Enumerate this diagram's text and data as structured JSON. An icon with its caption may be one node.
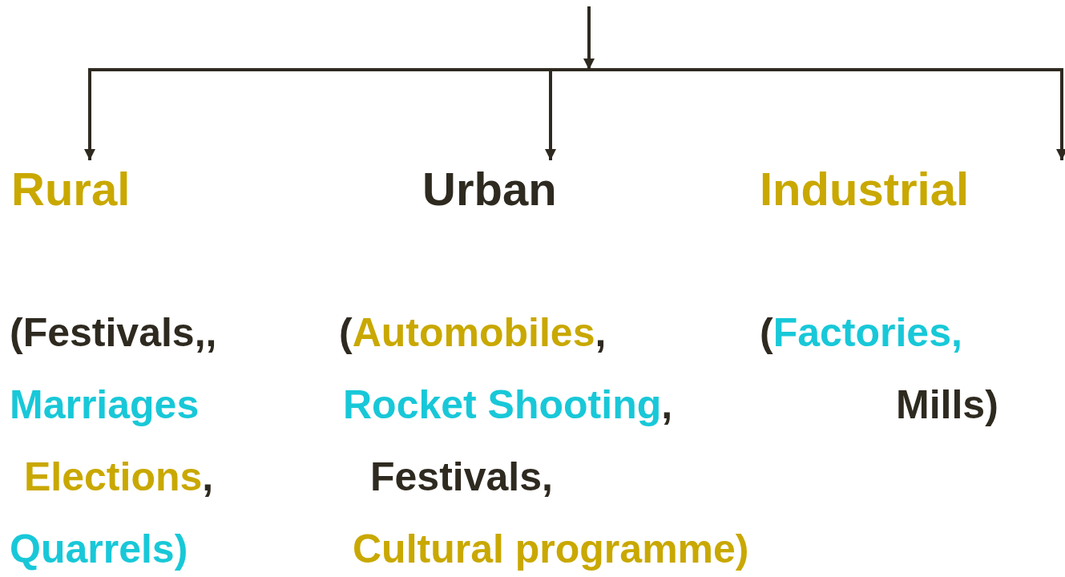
{
  "diagram": {
    "nodes": [
      {
        "text": [
          "Rural"
        ],
        "beside": [
          "(Festivals,,",
          "Marriages",
          "Elections,",
          "Quarrels)"
        ]
      },
      {
        "text": [
          "Urban"
        ],
        "beside": [
          "(Automobiles,",
          "Rocket Shooting,",
          "Festivals,",
          "Cultural programme)"
        ]
      },
      {
        "text": [
          "Industrial"
        ],
        "beside": [
          "(Factories,",
          "Mills)"
        ]
      }
    ],
    "edges": [
      {
        "from": null,
        "to": 0,
        "arrow": "to"
      },
      {
        "from": null,
        "to": 1,
        "arrow": "to"
      },
      {
        "from": null,
        "to": 2,
        "arrow": "to"
      }
    ]
  }
}
